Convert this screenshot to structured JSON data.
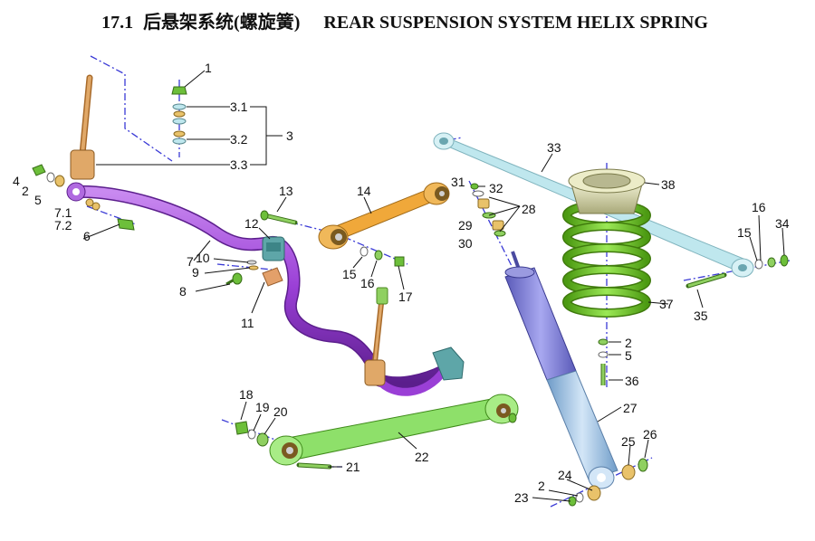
{
  "title": {
    "section": "17.1",
    "chinese": "后悬架系统(螺旋簧)",
    "english": "REAR SUSPENSION SYSTEM HELIX SPRING"
  },
  "callouts": {
    "c1": "1",
    "c3_1": "3.1",
    "c3": "3",
    "c3_2": "3.2",
    "c3_3": "3.3",
    "c4": "4",
    "c2a": "2",
    "c5a": "5",
    "c7_1": "7.1",
    "c7_2": "7.2",
    "c6": "6",
    "c7": "7",
    "c10": "10",
    "c9": "9",
    "c8": "8",
    "c11": "11",
    "c12": "12",
    "c13": "13",
    "c14": "14",
    "c15a": "15",
    "c16a": "16",
    "c17": "17",
    "c31": "31",
    "c32": "32",
    "c28": "28",
    "c29": "29",
    "c30": "30",
    "c33": "33",
    "c38": "38",
    "c16b": "16",
    "c34": "34",
    "c15b": "15",
    "c35": "35",
    "c37": "37",
    "c2b": "2",
    "c5b": "5",
    "c36": "36",
    "c27": "27",
    "c18": "18",
    "c19": "19",
    "c20": "20",
    "c21": "21",
    "c22": "22",
    "c25": "25",
    "c26": "26",
    "c24": "24",
    "c2c": "2",
    "c23": "23"
  },
  "colors": {
    "stabilizer": "#9a3fd6",
    "upper_arm": "#f0a83a",
    "lower_arm": "#8ee06a",
    "panhard_rod": "#bfe7ee",
    "coil_spring": "#7ed321",
    "shock_body": "#7f7fd8",
    "shock_lower": "#9fc3e8",
    "bushing": "#e9c26a",
    "spring_seat": "#d9d9a8",
    "bolt": "#6dbf3a",
    "link": "#d79a55",
    "bracket": "#5ea6a8"
  }
}
